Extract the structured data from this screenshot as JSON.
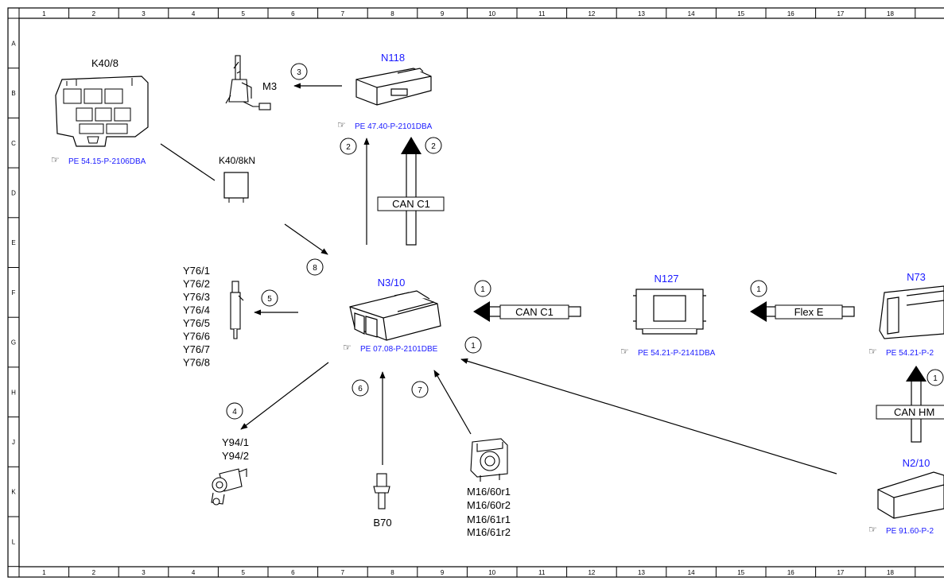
{
  "frame": {
    "columns": [
      "1",
      "2",
      "3",
      "4",
      "5",
      "6",
      "7",
      "8",
      "9",
      "10",
      "11",
      "12",
      "13",
      "14",
      "15",
      "16",
      "17",
      "18"
    ],
    "rows": [
      "A",
      "B",
      "C",
      "D",
      "E",
      "F",
      "G",
      "H",
      "J",
      "K",
      "L"
    ]
  },
  "colors": {
    "line": "#000000",
    "component_label": "#1a1aff",
    "reference": "#1a1aff",
    "text": "#000000"
  },
  "components": {
    "k40_8": {
      "label": "K40/8",
      "ref": "PE 54.15-P-2106DBA"
    },
    "k40_8kn": {
      "label": "K40/8kN"
    },
    "m3": {
      "label": "M3"
    },
    "n118": {
      "label": "N118",
      "ref": "PE 47.40-P-2101DBA"
    },
    "n3_10": {
      "label": "N3/10",
      "ref": "PE 07.08-P-2101DBE"
    },
    "n127": {
      "label": "N127",
      "ref": "PE 54.21-P-2141DBA"
    },
    "n73": {
      "label": "N73",
      "ref": "PE 54.21-P-2"
    },
    "n2_10": {
      "label": "N2/10",
      "ref": "PE 91.60-P-2"
    },
    "y76": {
      "labels": [
        "Y76/1",
        "Y76/2",
        "Y76/3",
        "Y76/4",
        "Y76/5",
        "Y76/6",
        "Y76/7",
        "Y76/8"
      ]
    },
    "y94": {
      "labels": [
        "Y94/1",
        "Y94/2"
      ]
    },
    "b70": {
      "label": "B70"
    },
    "m16": {
      "labels": [
        "M16/60r1",
        "M16/60r2",
        "M16/61r1",
        "M16/61r2"
      ]
    }
  },
  "buses": {
    "can_c1_vertical": "CAN C1",
    "can_c1_horizontal": "CAN C1",
    "flex_e": "Flex E",
    "can_hm": "CAN HM"
  },
  "markers": {
    "m3_arrow": "3",
    "n118_thin": "2",
    "n118_can": "2",
    "k40_to_n3": "8",
    "y76_arrow": "5",
    "can_c1_h": "1",
    "flex_e": "1",
    "n2_10_arrow": "1",
    "n73_can": "1",
    "y94_arrow": "4",
    "b70_arrow": "6",
    "m16_arrow": "7"
  }
}
